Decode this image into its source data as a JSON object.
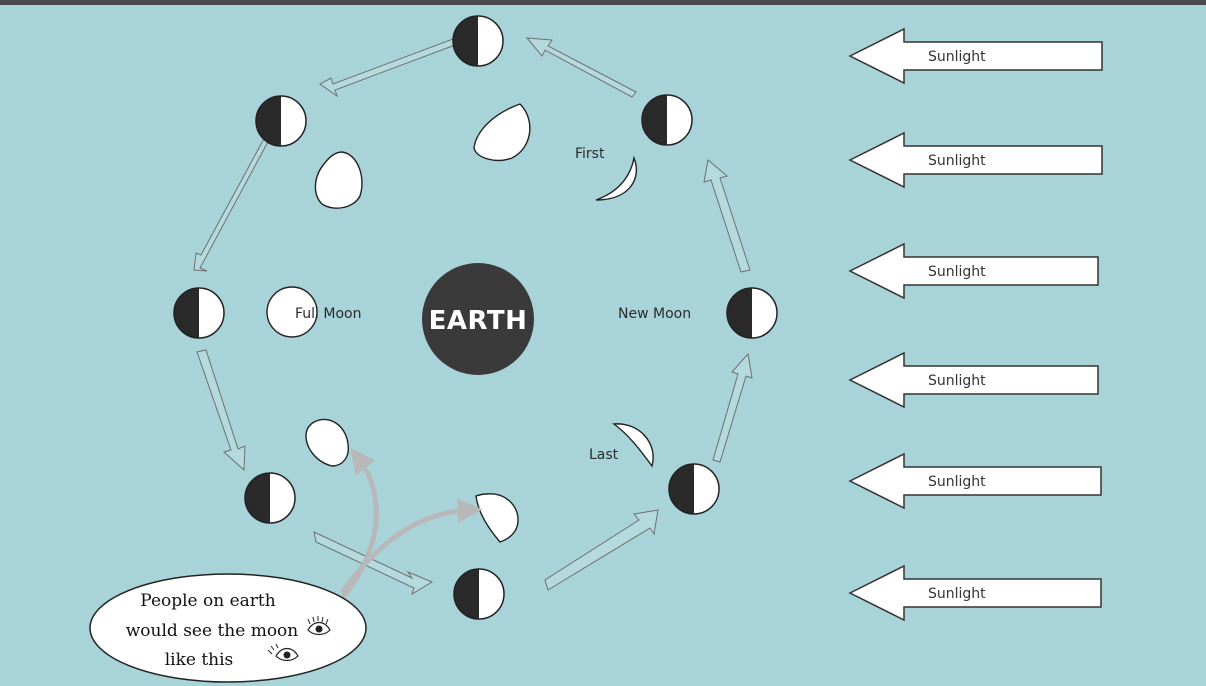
{
  "colors": {
    "background": "#a8d4d9",
    "earth": "#3a3a3a",
    "moon_dark": "#2a2a2a",
    "moon_lit": "#ffffff",
    "sight_arrow": "#b8b8b8",
    "top_bar": "#4a4a4a"
  },
  "earth": {
    "label": "EARTH"
  },
  "phase_labels": {
    "full_moon": "Full Moon",
    "new_moon": "New Moon",
    "first": "First",
    "last": "Last"
  },
  "sunlight": {
    "label": "Sunlight",
    "arrows": [
      "Sunlight",
      "Sunlight",
      "Sunlight",
      "Sunlight",
      "Sunlight",
      "Sunlight"
    ]
  },
  "bubble": {
    "lines": [
      "People on earth",
      "would see the moon",
      "like this"
    ]
  },
  "icons": [
    "eye-icon",
    "sight-arrow-icon",
    "sunlight-arrow-icon"
  ]
}
